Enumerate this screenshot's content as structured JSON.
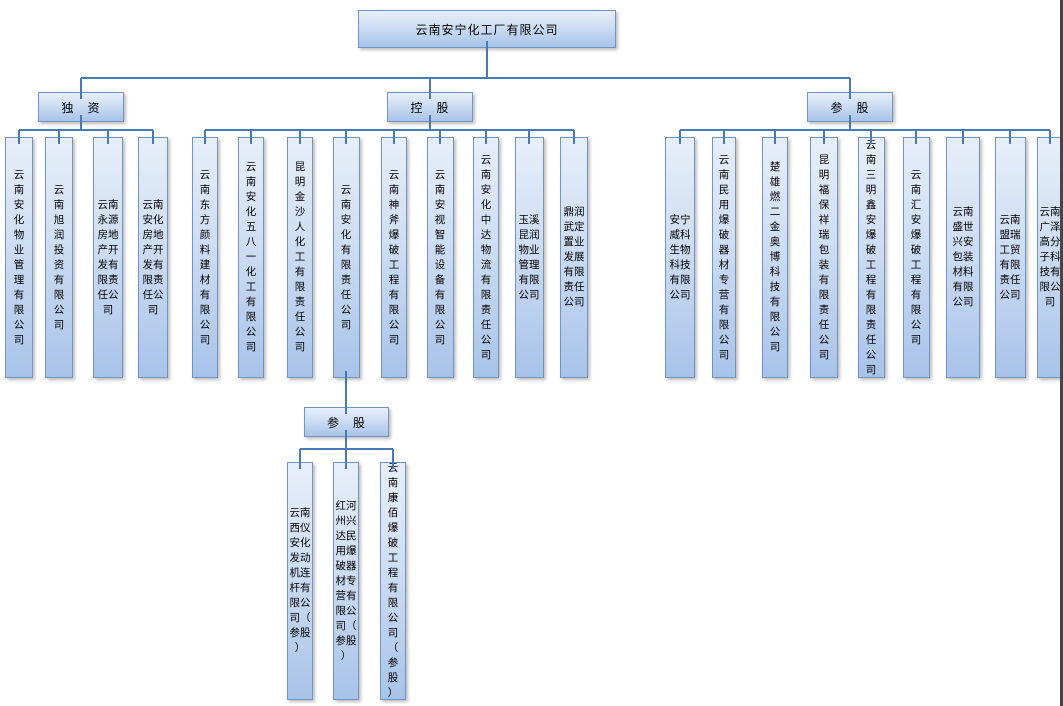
{
  "root": {
    "name": "云南安宁化工厂有限公司"
  },
  "branches": [
    {
      "label": "独　资",
      "children": [
        {
          "name": "云南安化物业管理有限公司"
        },
        {
          "name": "云南旭润投资有限公司"
        },
        {
          "name": "云南永源房地产开发有限责任公司"
        },
        {
          "name": "云南安化房地产开发有限责任公司"
        }
      ]
    },
    {
      "label": "控　股",
      "children": [
        {
          "name": "云南东方颜料建材有限公司"
        },
        {
          "name": "云南安化五八一化工有限公司"
        },
        {
          "name": "昆明金沙人化工有限责任公司"
        },
        {
          "name": "云南安化有限责任公司"
        },
        {
          "name": "云南神斧爆破工程有限公司"
        },
        {
          "name": "云南安视智能设备有限公司"
        },
        {
          "name": "云南安化中达物流有限责任公司"
        },
        {
          "name": "玉溪昆润物业管理有限公司"
        },
        {
          "name": "鼎润武定置业发展有限责任公司"
        }
      ]
    },
    {
      "label": "参　股",
      "children": [
        {
          "name": "安宁威科生物科技有限公司"
        },
        {
          "name": "云南民用爆破器材专营有限公司"
        },
        {
          "name": "楚雄燃二金奥博科技有限公司"
        },
        {
          "name": "昆明福保祥瑞包装有限责任公司"
        },
        {
          "name": "云南三明鑫安爆破工程有限责任公司"
        },
        {
          "name": "云南汇安爆破工程有限公司"
        },
        {
          "name": "云南盛世兴安包装材料有限公司"
        },
        {
          "name": "云南盟瑞工贸有限责任公司"
        },
        {
          "name": "云南广泽高分子科技有限公司"
        }
      ]
    }
  ],
  "sub_branch": {
    "label": "参　股",
    "parent": "云南安化有限责任公司",
    "children": [
      {
        "name": "云南西仪安化发动机连杆有限公司（参股）"
      },
      {
        "name": "红河州兴达民用爆破器材专营有限公司（参股）"
      },
      {
        "name": "云南康佰爆破工程有限公司（参股）"
      }
    ]
  },
  "colors": {
    "box_fill_top": "#e7effa",
    "box_fill_mid": "#cdddf3",
    "box_fill_bottom": "#a8c3e9",
    "box_border": "#7094c4",
    "connector": "#4a7ab6",
    "text": "#000000"
  }
}
